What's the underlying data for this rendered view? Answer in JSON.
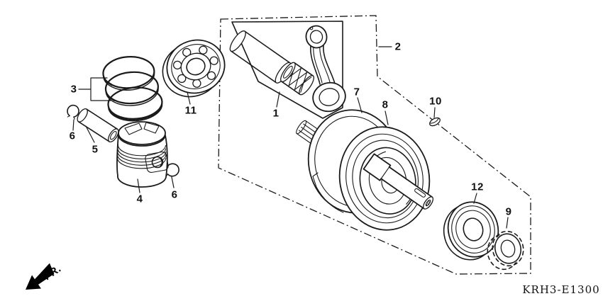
{
  "diagram_code": "KRH3-E1300",
  "orientation": {
    "label": "FR."
  },
  "part_labels": {
    "rod_kit": "1",
    "kit_outline": "2",
    "ring_set": "3",
    "piston": "4",
    "piston_pin": "5",
    "clip_left": "6",
    "clip_right": "6",
    "crank_web_left": "7",
    "crank_web_right": "8",
    "gear": "9",
    "key": "10",
    "bearing_left": "11",
    "bearing_right": "12"
  },
  "colors": {
    "line": "#1a1a1a",
    "background": "#ffffff"
  }
}
